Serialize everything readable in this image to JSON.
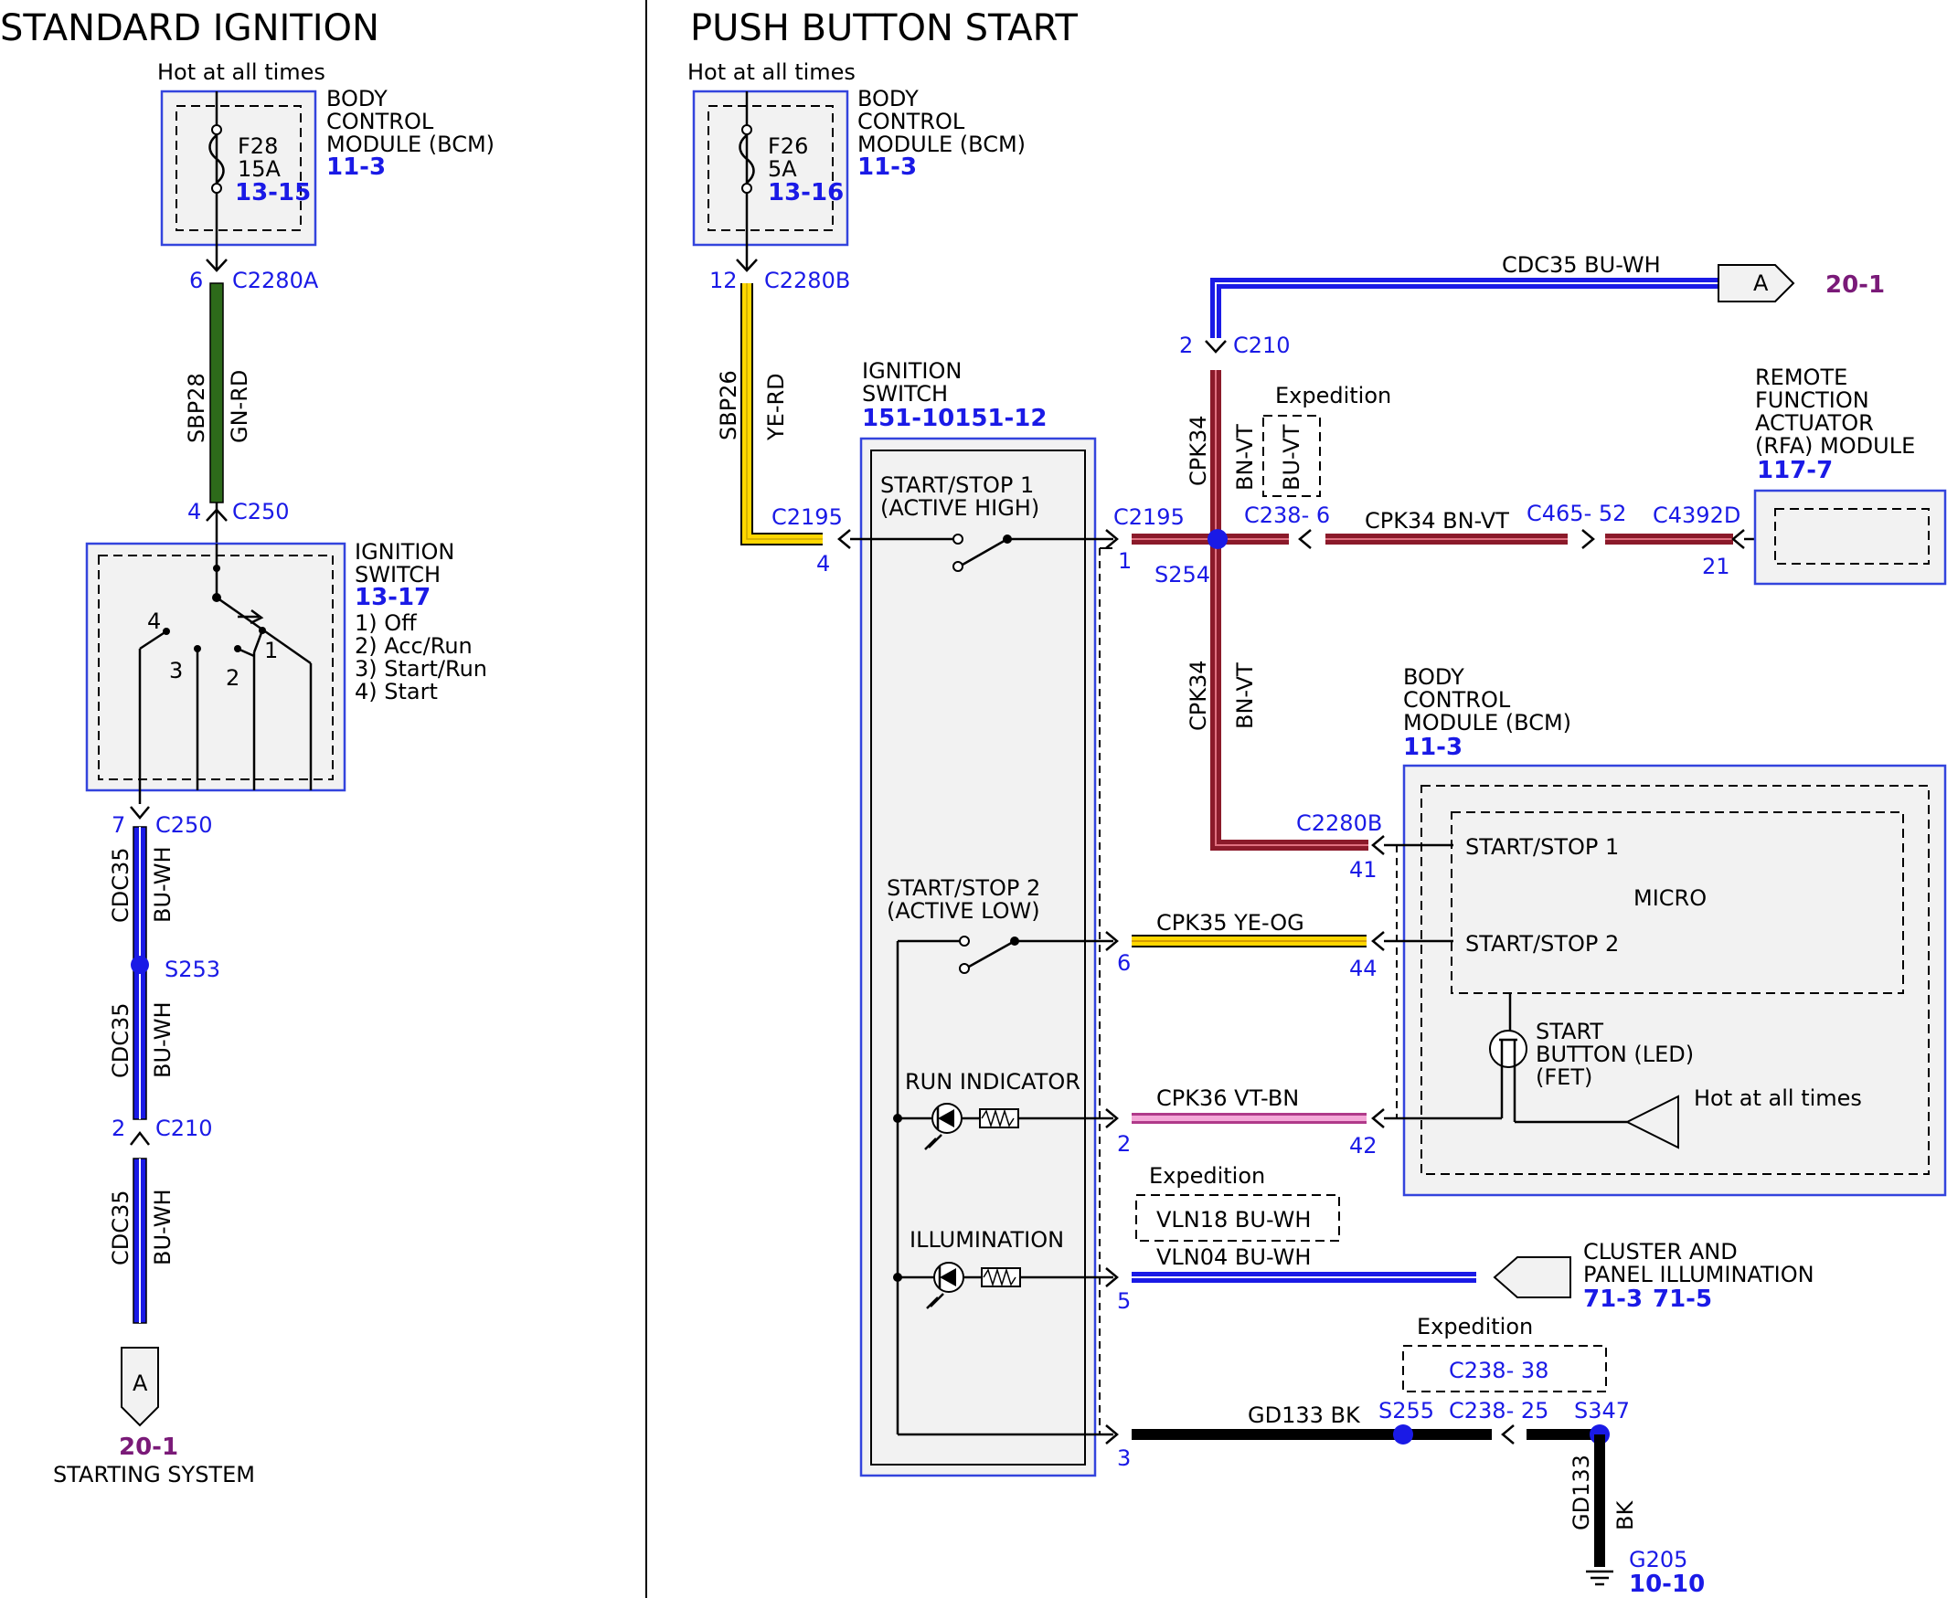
{
  "titles": {
    "standard": "STANDARD IGNITION",
    "push": "PUSH BUTTON START"
  },
  "std": {
    "hot": "Hot at all times",
    "bcm_line1": "BODY",
    "bcm_line2": "CONTROL",
    "bcm_line3": "MODULE (BCM)",
    "bcm_ref": "11-3",
    "fuse_name": "F28",
    "fuse_amp": "15A",
    "fuse_ref": "13-15",
    "pin_6": "6",
    "conn_c2280a": "C2280A",
    "wire1_circuit": "SBP28",
    "wire1_color": "GN-RD",
    "pin_4": "4",
    "conn_c250_top": "C250",
    "ign_line1": "IGNITION",
    "ign_line2": "SWITCH",
    "ign_ref": "13-17",
    "pos_list": [
      "1) Off",
      "2) Acc/Run",
      "3) Start/Run",
      "4) Start"
    ],
    "pos_nums": [
      "4",
      "3",
      "2",
      "1"
    ],
    "pin_7": "7",
    "conn_c250_bot": "C250",
    "wire2_circuit": "CDC35",
    "wire2_color": "BU-WH",
    "splice_s253": "S253",
    "wire3_circuit": "CDC35",
    "wire3_color": "BU-WH",
    "pin_2": "2",
    "conn_c210": "C210",
    "wire4_circuit": "CDC35",
    "wire4_color": "BU-WH",
    "offpage_letter": "A",
    "offpage_ref": "20-1",
    "offpage_label": "STARTING SYSTEM"
  },
  "push": {
    "hot": "Hot at all times",
    "bcm_line1": "BODY",
    "bcm_line2": "CONTROL",
    "bcm_line3": "MODULE (BCM)",
    "bcm_ref": "11-3",
    "fuse_name": "F26",
    "fuse_amp": "5A",
    "fuse_ref": "13-16",
    "pin_12": "12",
    "conn_c2280b": "C2280B",
    "wire_sbp26": "SBP26",
    "wire_sbp26_color": "YE-RD",
    "ign_line1": "IGNITION",
    "ign_line2": "SWITCH",
    "ign_ref": "151-10151-12",
    "ss1_line1": "START/STOP 1",
    "ss1_line2": "(ACTIVE HIGH)",
    "ss2_line1": "START/STOP 2",
    "ss2_line2": "(ACTIVE LOW)",
    "run_ind": "RUN INDICATOR",
    "illum": "ILLUMINATION",
    "c2195_left": "C2195",
    "pin_4": "4",
    "c2195_right": "C2195",
    "pin_1": "1",
    "pin_6": "6",
    "pin_2": "2",
    "pin_5": "5",
    "pin_3": "3",
    "top_wire": "CDC35  BU-WH",
    "top_letter": "A",
    "top_ref": "20-1",
    "pin_c210": "2",
    "conn_c210": "C210",
    "cpk34_circuit": "CPK34",
    "cpk34_color": "BN-VT",
    "cpk34_alt": "BU-VT",
    "expedition": "Expedition",
    "c238_6": "C238- 6",
    "cpk34_horiz": "CPK34  BN-VT",
    "c465_52": "C465- 52",
    "c4392d": "C4392D",
    "pin_21": "21",
    "s254": "S254",
    "rfa_line1": "REMOTE",
    "rfa_line2": "FUNCTION",
    "rfa_line3": "ACTUATOR",
    "rfa_line4": "(RFA) MODULE",
    "rfa_ref": "117-7",
    "bcm2_line1": "BODY",
    "bcm2_line2": "CONTROL",
    "bcm2_line3": "MODULE (BCM)",
    "bcm2_ref": "11-3",
    "c2280b_lower": "C2280B",
    "pin_41": "41",
    "micro_ss1": "START/STOP 1",
    "micro": "MICRO",
    "micro_ss2": "START/STOP 2",
    "cpk35": "CPK35  YE-OG",
    "pin_44": "44",
    "start_btn_line1": "START",
    "start_btn_line2": "BUTTON (LED)",
    "start_btn_line3": "(FET)",
    "hot2": "Hot at all times",
    "cpk36": "CPK36  VT-BN",
    "pin_42": "42",
    "expedition2": "Expedition",
    "vln18": "VLN18  BU-WH",
    "vln04": "VLN04  BU-WH",
    "cluster_line1": "CLUSTER AND",
    "cluster_line2": "PANEL ILLUMINATION",
    "cluster_ref1": "71-3",
    "cluster_ref2": "71-5",
    "expedition3": "Expedition",
    "c238_38": "C238- 38",
    "gd133": "GD133  BK",
    "s255": "S255",
    "c238_25": "C238- 25",
    "s347": "S347",
    "gd133_v": "GD133",
    "bk_v": "BK",
    "g205": "G205",
    "g205_ref": "10-10"
  },
  "colors": {
    "connector_blue": "#1a1ae6",
    "box_outline": "#3344dd",
    "page_ref_purple": "#7a1a78"
  }
}
